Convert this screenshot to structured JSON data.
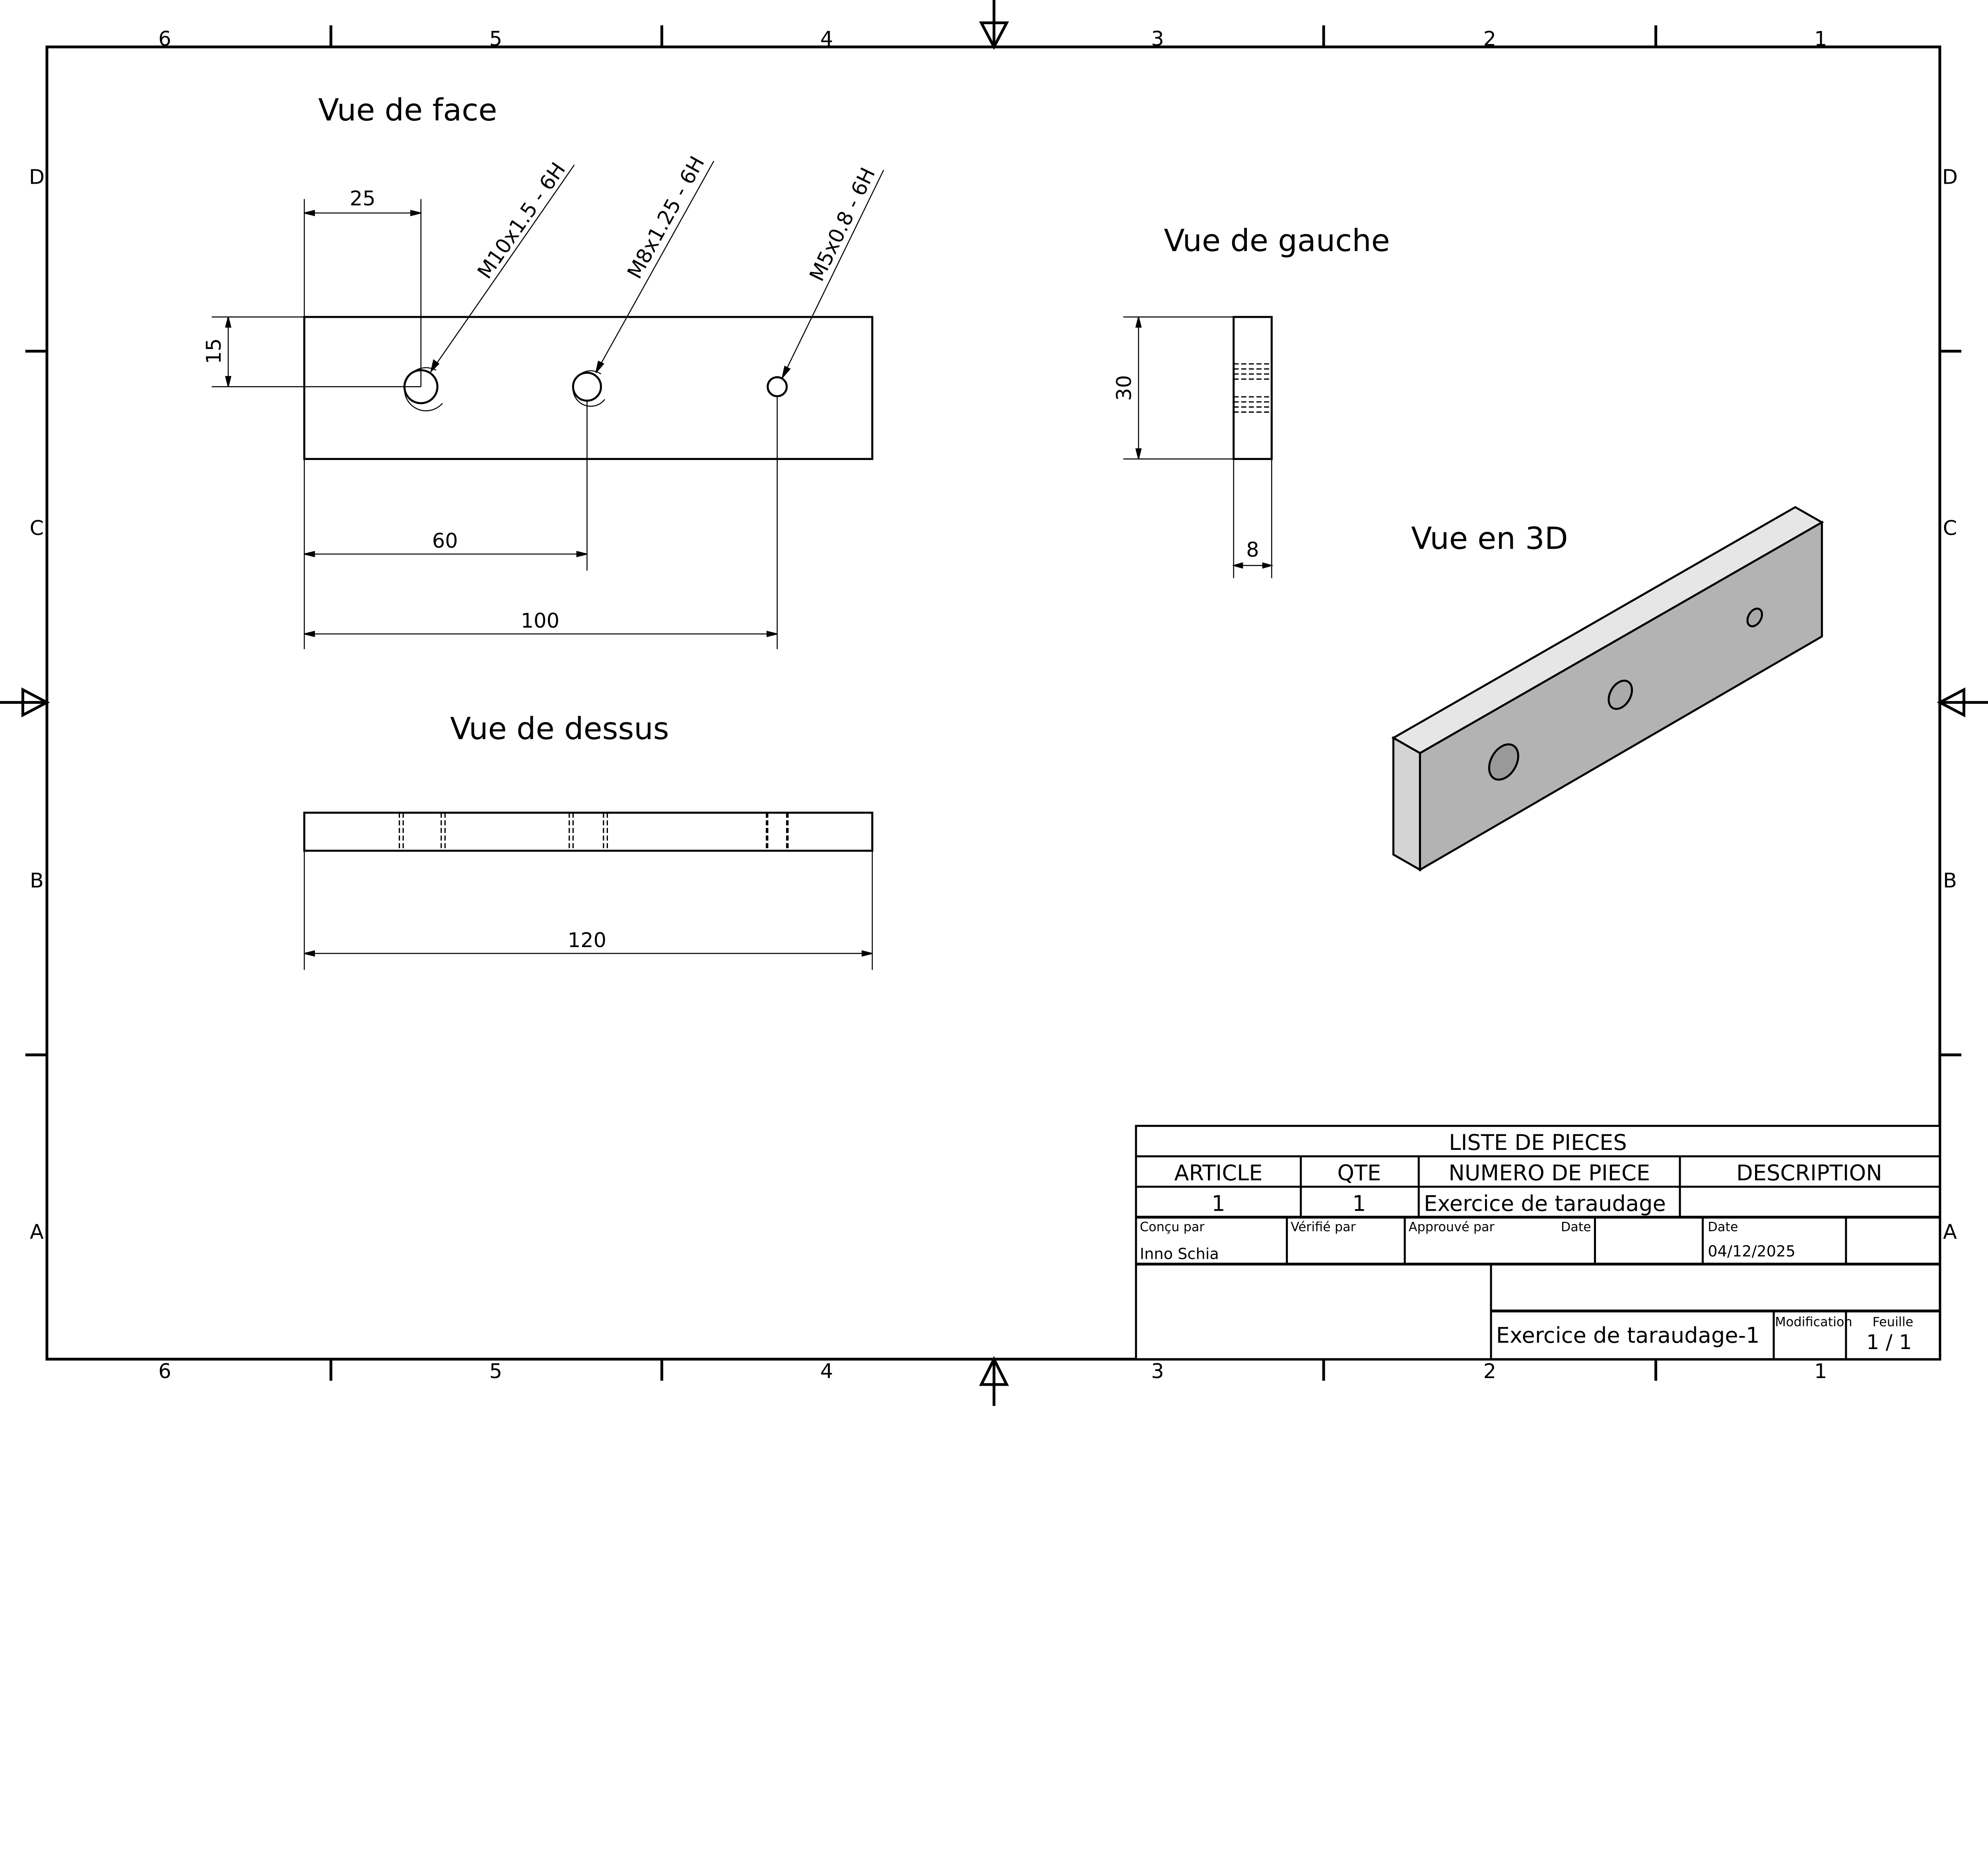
{
  "sheet": {
    "zones_columns": [
      "6",
      "5",
      "4",
      "3",
      "2",
      "1"
    ],
    "zones_rows": [
      "D",
      "C",
      "B",
      "A"
    ]
  },
  "views": {
    "front": {
      "title": "Vue de face",
      "dims": {
        "d25": "25",
        "d15": "15",
        "d60": "60",
        "d100": "100"
      },
      "callouts": [
        "M10x1.5 - 6H",
        "M8x1.25 - 6H",
        "M5x0.8 - 6H"
      ]
    },
    "left": {
      "title": "Vue de gauche",
      "dims": {
        "d30": "30",
        "d8": "8"
      }
    },
    "top": {
      "title": "Vue de dessus",
      "dims": {
        "d120": "120"
      }
    },
    "iso": {
      "title": "Vue en 3D",
      "colors": {
        "front": "#b3b3b3",
        "top": "#e6e6e6",
        "side": "#d4d4d4"
      }
    }
  },
  "parts_list": {
    "title": "LISTE DE PIECES",
    "headers": [
      "ARTICLE",
      "QTE",
      "NUMERO DE PIECE",
      "DESCRIPTION"
    ],
    "rows": [
      {
        "article": "1",
        "qte": "1",
        "numero": "Exercice de taraudage",
        "description": ""
      }
    ]
  },
  "title_block": {
    "designed_by_label": "Conçu par",
    "designed_by": "Inno Schia",
    "checked_by_label": "Vérifié par",
    "approved_by_label": "Approuvé par",
    "approved_date_label": "Date",
    "date_label": "Date",
    "date": "04/12/2025",
    "drawing_title": "Exercice de taraudage-1",
    "modification_label": "Modification",
    "sheet_label": "Feuille",
    "sheet_value": "1 / 1"
  }
}
